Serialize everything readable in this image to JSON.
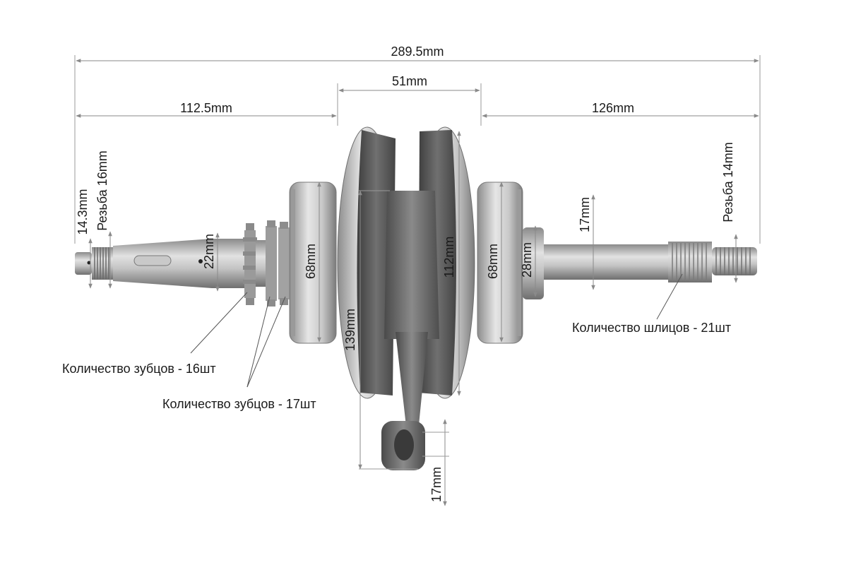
{
  "dimensions": {
    "total_length": "289.5mm",
    "left_shaft_length": "112.5mm",
    "flywheel_width": "51mm",
    "right_shaft_length": "126mm",
    "left_tip_diameter": "14.3mm",
    "left_thread": "Резьба 16mm",
    "left_shaft_diameter": "22mm",
    "left_bearing_diameter": "68mm",
    "flywheel_diameter": "139mm",
    "web_diameter": "112mm",
    "right_bearing_diameter": "68mm",
    "right_journal_diameter": "28mm",
    "right_shaft_diameter": "17mm",
    "right_thread": "Резьба 14mm",
    "conrod_small_end": "17mm"
  },
  "notes": {
    "sprocket_16": "Количество зубцов - 16шт",
    "sprocket_17": "Количество зубцов - 17шт",
    "splines": "Количество шлицов - 21шт"
  },
  "colors": {
    "steel": "#b9b9b9",
    "steel_dark": "#7d7d7d",
    "cast_iron": "#5c5c5c",
    "dimension_line": "#8a8a8a"
  }
}
